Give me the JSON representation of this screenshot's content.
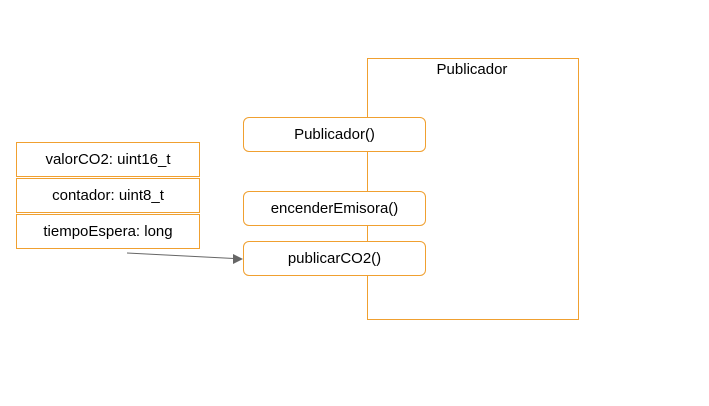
{
  "class": {
    "title": "Publicador"
  },
  "methods": [
    {
      "label": "Publicador()"
    },
    {
      "label": "encenderEmisora()"
    },
    {
      "label": "publicarCO2()"
    }
  ],
  "attributes": [
    {
      "label": "valorCO2: uint16_t"
    },
    {
      "label": "contador: uint8_t"
    },
    {
      "label": "tiempoEspera: long"
    }
  ],
  "colors": {
    "border": "#f0a030",
    "arrow": "#666666"
  }
}
